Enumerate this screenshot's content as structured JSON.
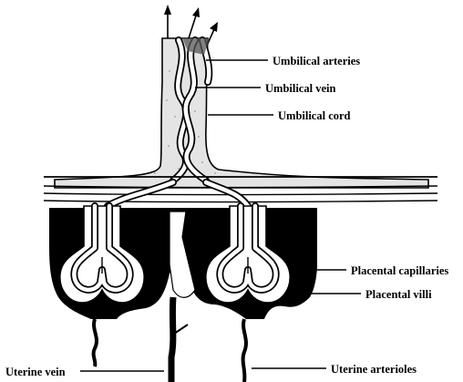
{
  "labels": {
    "umbilical_arteries": "Umbilical arteries",
    "umbilical_vein": "Umbilical vein",
    "umbilical_cord": "Umbilical cord",
    "placental_capillaries": "Placental capillaries",
    "placental_villi": "Placental villi",
    "uterine_vein": "Uterine vein",
    "uterine_arterioles": "Uterine arterioles"
  }
}
